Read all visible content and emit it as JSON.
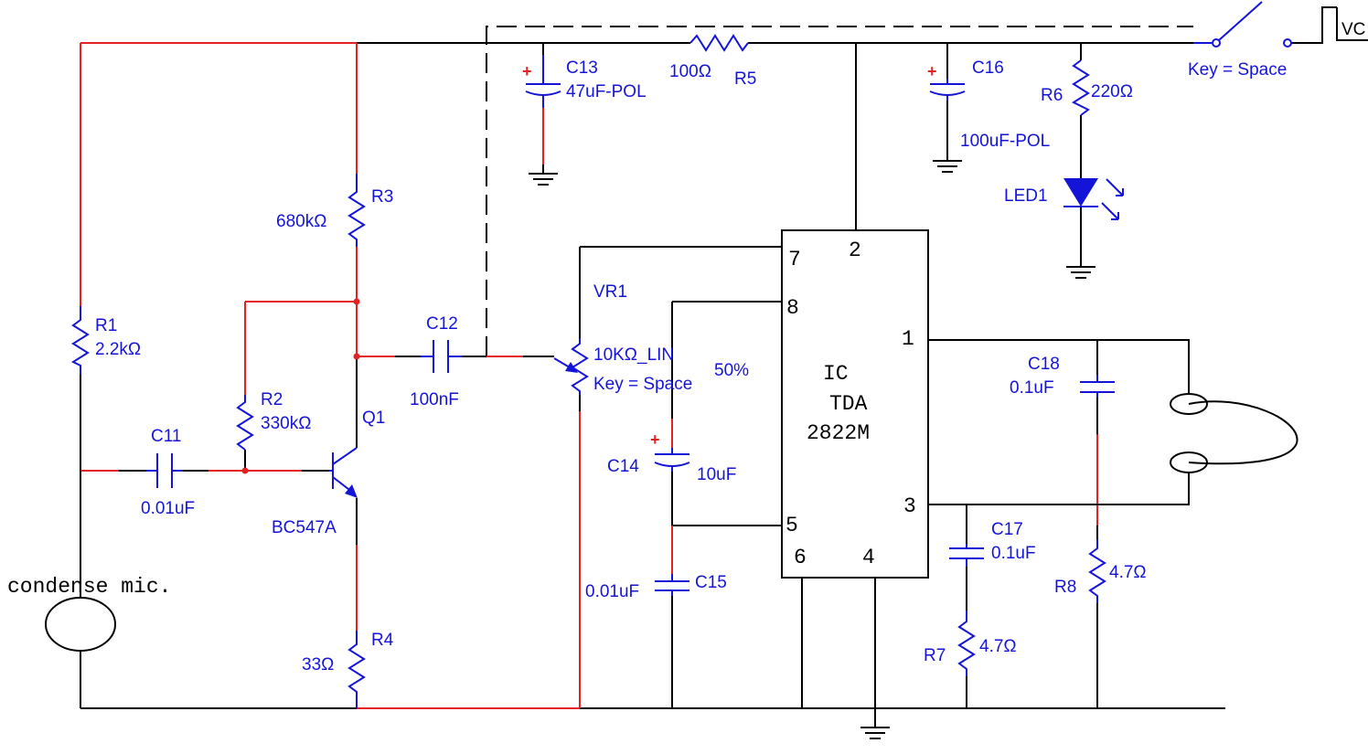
{
  "components": {
    "R1": {
      "ref": "R1",
      "value": "2.2kΩ"
    },
    "R2": {
      "ref": "R2",
      "value": "330kΩ"
    },
    "R3": {
      "ref": "R3",
      "value": "680kΩ"
    },
    "R4": {
      "ref": "R4",
      "value": "33Ω"
    },
    "R5": {
      "ref": "R5",
      "value": "100Ω"
    },
    "R6": {
      "ref": "R6",
      "value": "220Ω"
    },
    "R7": {
      "ref": "R7",
      "value": "4.7Ω"
    },
    "R8": {
      "ref": "R8",
      "value": "4.7Ω"
    },
    "C11": {
      "ref": "C11",
      "value": "0.01uF"
    },
    "C12": {
      "ref": "C12",
      "value": "100nF"
    },
    "C13": {
      "ref": "C13",
      "value": "47uF-POL"
    },
    "C14": {
      "ref": "C14",
      "value": "10uF"
    },
    "C15": {
      "ref": "C15",
      "value": "0.01uF"
    },
    "C16": {
      "ref": "C16",
      "value": "100uF-POL"
    },
    "C17": {
      "ref": "C17",
      "value": "0.1uF"
    },
    "C18": {
      "ref": "C18",
      "value": "0.1uF"
    },
    "Q1": {
      "ref": "Q1",
      "value": "BC547A"
    },
    "LED1": {
      "ref": "LED1"
    },
    "VR1": {
      "ref": "VR1",
      "value": "10KΩ_LIN",
      "key": "Key = Space",
      "position": "50%"
    },
    "S1": {
      "key": "Key = Space"
    },
    "IC": {
      "line1": "IC",
      "line2": "TDA",
      "line3": "2822M",
      "pins": [
        "7",
        "2",
        "8",
        "1",
        "3",
        "5",
        "6",
        "4"
      ]
    },
    "mic": {
      "label": "condense mic."
    },
    "vcc": {
      "label": "VC"
    }
  }
}
